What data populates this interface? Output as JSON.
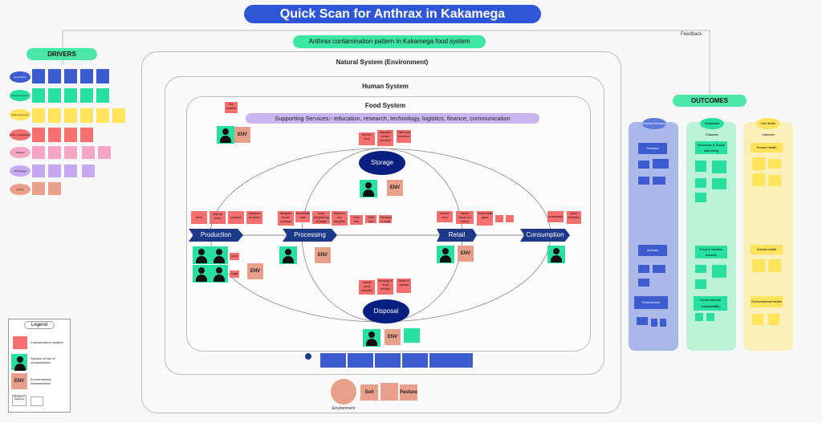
{
  "title": "Quick Scan for Anthrax in Kakamega",
  "subtitle": "Anthrax contamination pattern in Kakamega food system",
  "feedback_label": "Feedback",
  "drivers_label": "DRIVERS",
  "outcomes_label": "OUTCOMES",
  "natural_system_label": "Natural System (Environment)",
  "human_system_label": "Human System",
  "food_system_label": "Food System",
  "supporting_services": "Supporting Services:- education, research, technology, logistics, finance, communication",
  "stages": {
    "production": "Production",
    "processing": "Processing",
    "retail": "Retail",
    "consumption": "Consumption",
    "storage": "Storage",
    "disposal": "Disposal"
  },
  "env_label": "ENV",
  "production_tags": [
    "farm",
    "animal shed",
    "pasture",
    "transport business"
  ],
  "production_animals": [
    "goat",
    "dogs"
  ],
  "processing_tags": [
    "slaughter house/ business",
    "Smallholding / slab",
    "Local slaughtering of (large) livestock",
    "Butchers who slaughter",
    "Farm and Butcher",
    "Hides and skin",
    "Transport of meat"
  ],
  "retail_tags": [
    "butcher shop",
    "market (meat and hides)",
    "Hotels/eating place"
  ],
  "consumption_tags": [
    "households",
    "public institution"
  ],
  "storage_tags": [
    "butcher shop",
    "slaughter house/ butchery",
    "Hides and skin store"
  ],
  "disposal_tags": [
    "market (dead animals)",
    "dumping of dead animals",
    "Burial of carcass"
  ],
  "top_red_tag": "Sun heatsite",
  "environment_label": "Environment",
  "env_bottom": [
    "Soil",
    "Pasture"
  ],
  "outcome_columns": [
    "Societal Outcomes",
    "Sustainable Outcomes",
    "One Health Outcomes"
  ],
  "societal": [
    "Humans",
    "Animals",
    "Environment"
  ],
  "sustainable": [
    "Economic & Social well-being",
    "Food & nutrition security",
    "Environmental sustainability"
  ],
  "onehealth": [
    "Human health",
    "Animal health",
    "Environmental health"
  ],
  "drivers": [
    "Governance",
    "Environmental",
    "Socio-economic",
    "Policy & Regulation",
    "Markets",
    "Technology",
    "Culture"
  ],
  "legend": {
    "title": "Legend",
    "items": [
      "Contamination location",
      "Species at risk of contamination",
      "Environmental contamination",
      "Research in Kakamega"
    ],
    "env": "ENV"
  }
}
